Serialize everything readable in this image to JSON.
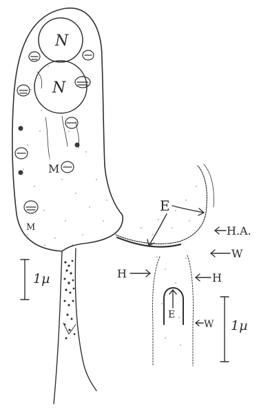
{
  "figure": {
    "left_panel": {
      "nucleus_label_1": "N",
      "nucleus_label_2": "N",
      "mitochondrion_label_1": "M",
      "mitochondrion_label_2": "M",
      "scale_label": "1µ"
    },
    "right_panel": {
      "label_E_top": "E",
      "label_HA": "H.A.",
      "label_W_top": "W",
      "label_H_left": "H",
      "label_H_right": "H",
      "label_E_bottom": "E",
      "label_W_bottom": "W",
      "scale_label": "1µ"
    },
    "colors": {
      "ink": "#2f2f2f",
      "stipple": "#9a9a9a",
      "paper": "#ffffff"
    }
  }
}
